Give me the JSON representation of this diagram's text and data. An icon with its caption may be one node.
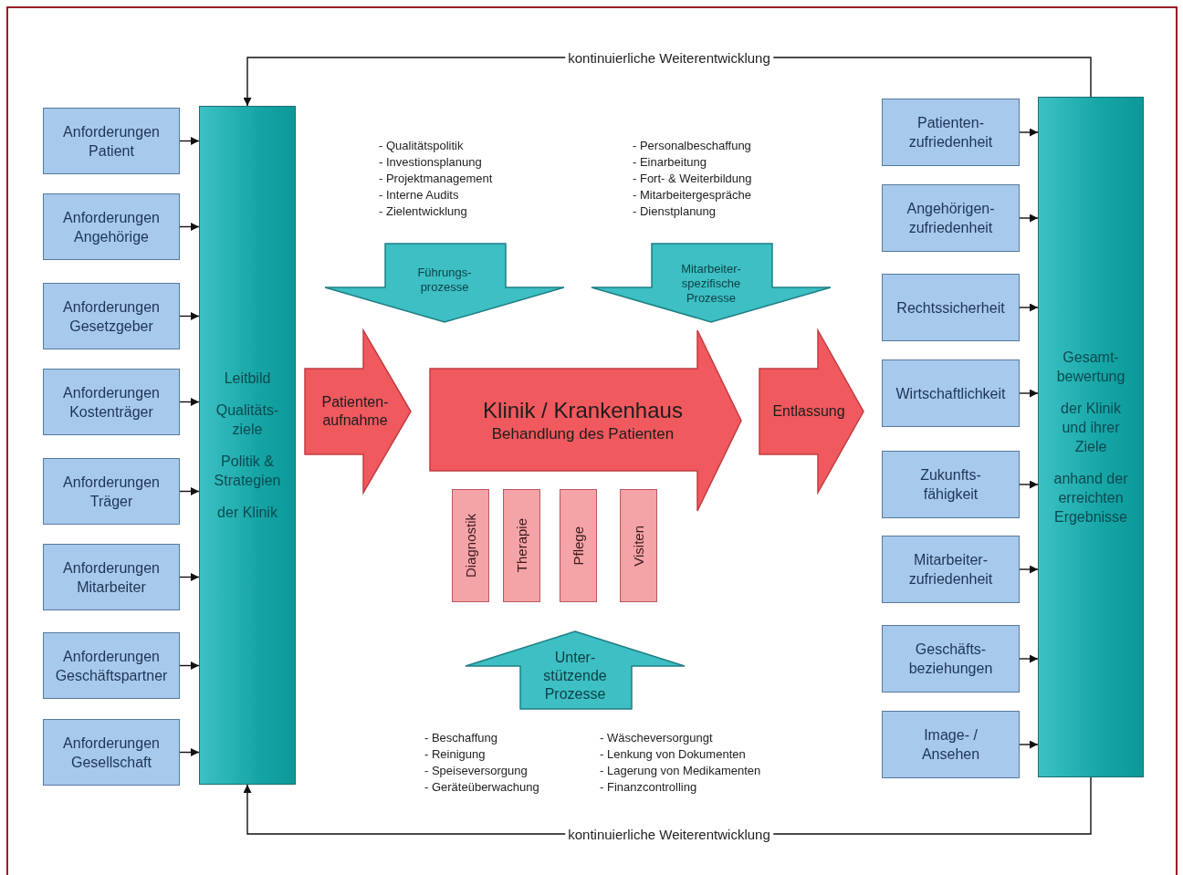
{
  "diagram": {
    "nodes": [
      {
        "text": [
          "Anforderungen Patient"
        ]
      },
      {
        "text": [
          "Anforderungen Angehörige"
        ]
      },
      {
        "text": [
          "Anforderungen Gesetzgeber"
        ]
      },
      {
        "text": [
          "Anforderungen Kostenträger"
        ]
      },
      {
        "text": [
          "Anforderungen Träger"
        ]
      },
      {
        "text": [
          "Anforderungen Mitarbeiter"
        ]
      },
      {
        "text": [
          "Anforderungen Geschäftspartner"
        ]
      },
      {
        "text": [
          "Anforderungen Gesellschaft"
        ]
      },
      {
        "text": [
          "Leitbild",
          "Qualitäts- ziele",
          "Politik & Strategien",
          "der Klinik"
        ]
      },
      {
        "text": [
          "Patienten- aufnahme"
        ]
      },
      {
        "text": [
          "Klinik / Krankenhaus",
          "Behandlung des Patienten"
        ]
      },
      {
        "text": [
          "Entlassung"
        ]
      },
      {
        "text": [
          "Führungs- prozesse"
        ],
        "beside": [
          "- Qualitätspolitik",
          "- Investionsplanung",
          "- Projektmanagement",
          "- Interne Audits",
          "- Zielentwicklung"
        ]
      },
      {
        "text": [
          "Mitarbeiter- spezifische Prozesse"
        ],
        "beside": [
          "- Personalbeschaffung",
          "- Einarbeitung",
          "- Fort- & Weiterbildung",
          "- Mitarbeitergespräche",
          "- Dienstplanung"
        ]
      },
      {
        "text": [
          "Diagnostik"
        ]
      },
      {
        "text": [
          "Therapie"
        ]
      },
      {
        "text": [
          "Pflege"
        ]
      },
      {
        "text": [
          "Visiten"
        ]
      },
      {
        "text": [
          "Unter- stützende Prozesse"
        ],
        "beside": [
          "- Beschaffung",
          "- Reinigung",
          "- Speiseversorgung",
          "- Geräteüberwachung",
          "- Wäscheversorgungt",
          "- Lenkung von Dokumenten",
          "- Lagerung von Medikamenten",
          "- Finanzcontrolling"
        ]
      },
      {
        "text": [
          "Patienten- zufriedenheit"
        ]
      },
      {
        "text": [
          "Angehörigen- zufriedenheit"
        ]
      },
      {
        "text": [
          "Rechtssicherheit"
        ]
      },
      {
        "text": [
          "Wirtschaftlichkeit"
        ]
      },
      {
        "text": [
          "Zukunfts- fähigkeit"
        ]
      },
      {
        "text": [
          "Mitarbeiter- zufriedenheit"
        ]
      },
      {
        "text": [
          "Geschäfts- beziehungen"
        ]
      },
      {
        "text": [
          "Image- / Ansehen"
        ]
      },
      {
        "text": [
          "Gesamt- bewertung",
          "der Klinik und ihrer Ziele",
          "anhand der erreichten Ergebnisse"
        ]
      }
    ],
    "edges": [
      {
        "from": 0,
        "to": 8,
        "arrow": "to"
      },
      {
        "from": 1,
        "to": 8,
        "arrow": "to"
      },
      {
        "from": 2,
        "to": 8,
        "arrow": "to"
      },
      {
        "from": 3,
        "to": 8,
        "arrow": "to"
      },
      {
        "from": 4,
        "to": 8,
        "arrow": "to"
      },
      {
        "from": 5,
        "to": 8,
        "arrow": "to"
      },
      {
        "from": 6,
        "to": 8,
        "arrow": "to"
      },
      {
        "from": 7,
        "to": 8,
        "arrow": "to"
      },
      {
        "from": 19,
        "to": 27,
        "arrow": "to"
      },
      {
        "from": 20,
        "to": 27,
        "arrow": "to"
      },
      {
        "from": 21,
        "to": 27,
        "arrow": "to"
      },
      {
        "from": 22,
        "to": 27,
        "arrow": "to"
      },
      {
        "from": 23,
        "to": 27,
        "arrow": "to"
      },
      {
        "from": 24,
        "to": 27,
        "arrow": "to"
      },
      {
        "from": 25,
        "to": 27,
        "arrow": "to"
      },
      {
        "from": 26,
        "to": 27,
        "arrow": "to"
      },
      {
        "from": 27,
        "to": 8,
        "arrow": "to",
        "label": "kontinuierliche Weiterentwicklung"
      },
      {
        "from": 27,
        "to": 8,
        "arrow": "to",
        "label": "kontinuierliche Weiterentwicklung"
      }
    ]
  }
}
